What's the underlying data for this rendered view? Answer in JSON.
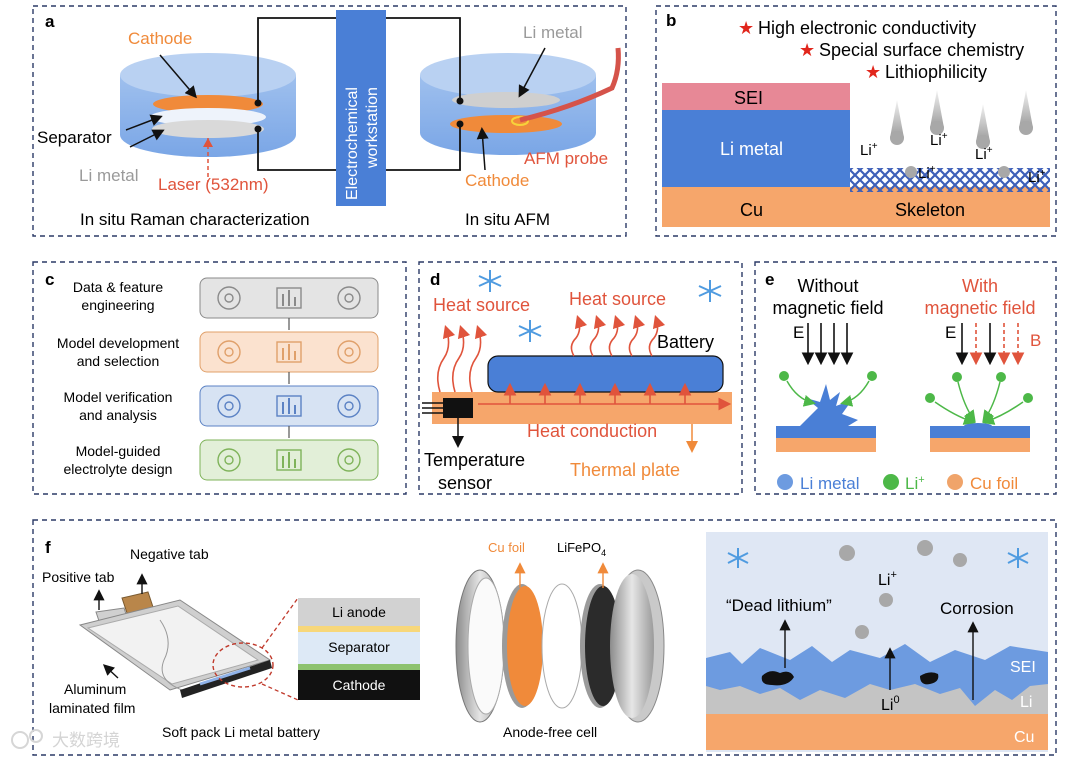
{
  "panel_a": {
    "letter": "a",
    "cathode_left": "Cathode",
    "separator": "Separator",
    "li_metal_left": "Li metal",
    "laser": "Laser (532nm)",
    "workstation_line1": "Electrochemical",
    "workstation_line2": "workstation",
    "li_metal_right": "Li metal",
    "afm_probe": "AFM probe",
    "cathode_right": "Cathode",
    "caption_left": "In situ Raman characterization",
    "caption_right": "In situ AFM"
  },
  "panel_b": {
    "letter": "b",
    "star": "★",
    "feature_1": "High electronic conductivity",
    "feature_2": "Special surface chemistry",
    "feature_3": "Lithiophilicity",
    "sei": "SEI",
    "li_metal": "Li metal",
    "cu": "Cu",
    "skeleton": "Skeleton",
    "li_ion_base": "Li",
    "li_ion_charge": "+"
  },
  "panel_c": {
    "letter": "c",
    "steps": [
      {
        "line1": "Data & feature",
        "line2": "engineering"
      },
      {
        "line1": "Model development",
        "line2": "and selection"
      },
      {
        "line1": "Model verification",
        "line2": "and analysis"
      },
      {
        "line1": "Model-guided",
        "line2": "electrolyte design"
      }
    ],
    "step_colors": [
      "#e4e4e4",
      "#fbe2cf",
      "#d7e3f3",
      "#e2efd8"
    ],
    "icon_names": [
      [
        "cloud-icon",
        "bar-chart-icon",
        "database-icon"
      ],
      [
        "gear-icon",
        "sliders-icon",
        "gear-icon"
      ],
      [
        "bar-chart-icon",
        "magnifier-icon",
        "line-chart-icon"
      ],
      [
        "beaker-icon",
        "test-tubes-icon",
        "battery-icon"
      ]
    ]
  },
  "panel_d": {
    "letter": "d",
    "heat_source_1": "Heat source",
    "heat_source_2": "Heat source",
    "battery": "Battery",
    "heat_conduction": "Heat conduction",
    "temperature_line1": "Temperature",
    "temperature_line2": "sensor",
    "thermal_plate": "Thermal plate"
  },
  "panel_e": {
    "letter": "e",
    "without_line1": "Without",
    "without_line2": "magnetic field",
    "with_line1": "With",
    "with_line2": "magnetic field",
    "e_label": "E",
    "b_label": "B",
    "legend": [
      "Li metal",
      "Li",
      "Cu foil"
    ],
    "legend_li_charge": "+",
    "legend_colors": [
      "#6d9be0",
      "#4db848",
      "#f0a46a"
    ]
  },
  "panel_f": {
    "letter": "f",
    "negative_tab": "Negative tab",
    "positive_tab": "Positive tab",
    "aluminum_line1": "Aluminum",
    "aluminum_line2": "laminated film",
    "layers": [
      "Li anode",
      "Separator",
      "Cathode"
    ],
    "soft_pack": "Soft pack Li metal battery",
    "cu_foil": "Cu foil",
    "lifepo4_main": "LiFePO",
    "lifepo4_sub": "4",
    "anode_free": "Anode-free cell",
    "dead_lithium": "“Dead lithium”",
    "li_plus_base": "Li",
    "li_plus_charge": "+",
    "corrosion": "Corrosion",
    "li0_base": "Li",
    "li0_charge": "0",
    "sei": "SEI",
    "li": "Li",
    "cu": "Cu"
  },
  "watermark": "大数跨境",
  "colors": {
    "accent_orange": "#f08a3a",
    "red_label": "#e0543c",
    "li_blue": "#4a7fd6",
    "sei_pink": "#e78896",
    "cu_orange": "#f6a66b",
    "frame_navy": "#2b3a67"
  }
}
